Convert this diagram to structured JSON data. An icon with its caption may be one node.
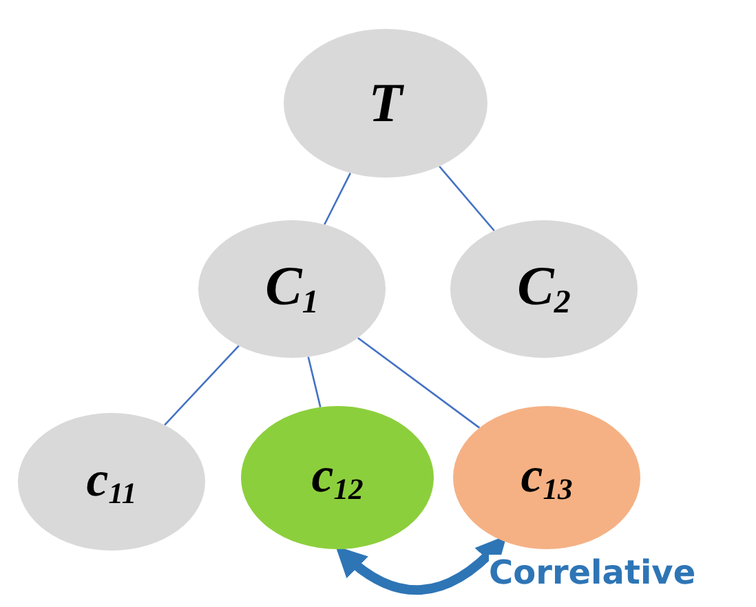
{
  "diagram": {
    "nodes": [
      {
        "text": [
          "T"
        ]
      },
      {
        "text": [
          "C$_{1}$"
        ]
      },
      {
        "text": [
          "C$_{2}$"
        ]
      },
      {
        "text": [
          "c$_{11}$"
        ]
      },
      {
        "text": [
          "c$_{12}$"
        ]
      },
      {
        "text": [
          "c$_{13}$"
        ]
      }
    ],
    "edges": [
      {
        "from": 0,
        "to": 1,
        "arrow": "none"
      },
      {
        "from": 0,
        "to": 2,
        "arrow": "none"
      },
      {
        "from": 1,
        "to": 3,
        "arrow": "none"
      },
      {
        "from": 1,
        "to": 4,
        "arrow": "none"
      },
      {
        "from": 1,
        "to": 5,
        "arrow": "none"
      },
      {
        "from": 4,
        "to": 5,
        "arrow": "both",
        "label": "Correlative",
        "style": "thick",
        "color": "#2e75b6"
      }
    ]
  }
}
